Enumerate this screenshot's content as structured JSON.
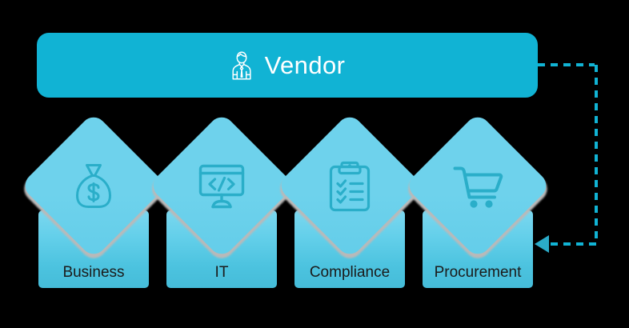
{
  "diagram": {
    "title_node": {
      "label": "Vendor",
      "icon": "businessperson-icon",
      "bg_color": "#11b3d4",
      "text_color": "#ffffff"
    },
    "nodes": [
      {
        "label": "Business",
        "icon": "money-bag-icon"
      },
      {
        "label": "IT",
        "icon": "code-monitor-icon"
      },
      {
        "label": "Compliance",
        "icon": "clipboard-checklist-icon"
      },
      {
        "label": "Procurement",
        "icon": "shopping-cart-icon"
      }
    ],
    "connector": {
      "name": "vendor-to-procurement-arrow",
      "style": "dashed",
      "color": "#11b3d4",
      "arrowhead_color": "#2babc9",
      "from": "Vendor",
      "to": "Procurement",
      "direction": "right-down-left"
    },
    "colors": {
      "background": "#000000",
      "header_bar": "#11b3d4",
      "diamond": "#6ed2ec",
      "body_gradient_top": "#7bd7ef",
      "body_gradient_bottom": "#45bcd9",
      "icon_stroke": "#2aaec9",
      "label_text": "#1b1b1b",
      "diamond_shadow": "#b9b9b9"
    }
  }
}
